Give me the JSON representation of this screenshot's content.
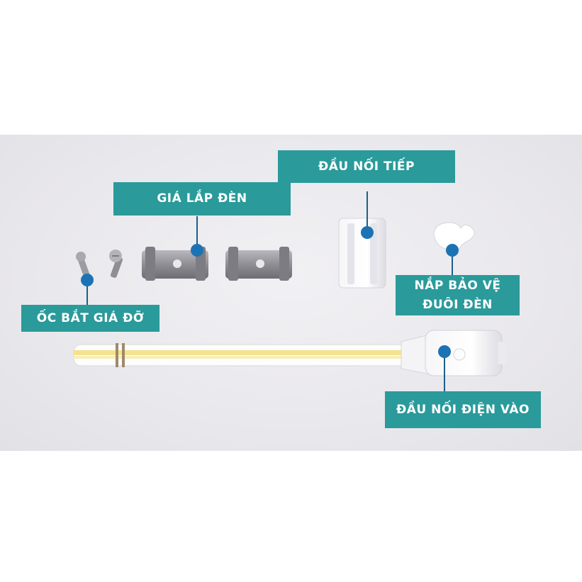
{
  "labels": {
    "dau_noi_tiep": "ĐẦU NỐI TIẾP",
    "gia_lap_den": "GIÁ LẮP ĐÈN",
    "oc_bat_gia_do": "ỐC BẮT GIÁ ĐỠ",
    "nap_bao_ve_line1": "NẮP BẢO VỆ",
    "nap_bao_ve_line2": "ĐUÔI ĐÈN",
    "dau_noi_dien_vao": "ĐẦU NỐI ĐIỆN VÀO"
  },
  "colors": {
    "label_background": "#2a9a9b",
    "marker_dot": "#1c73b4",
    "label_text": "#ffffff",
    "backdrop": "#e9e8ec"
  }
}
